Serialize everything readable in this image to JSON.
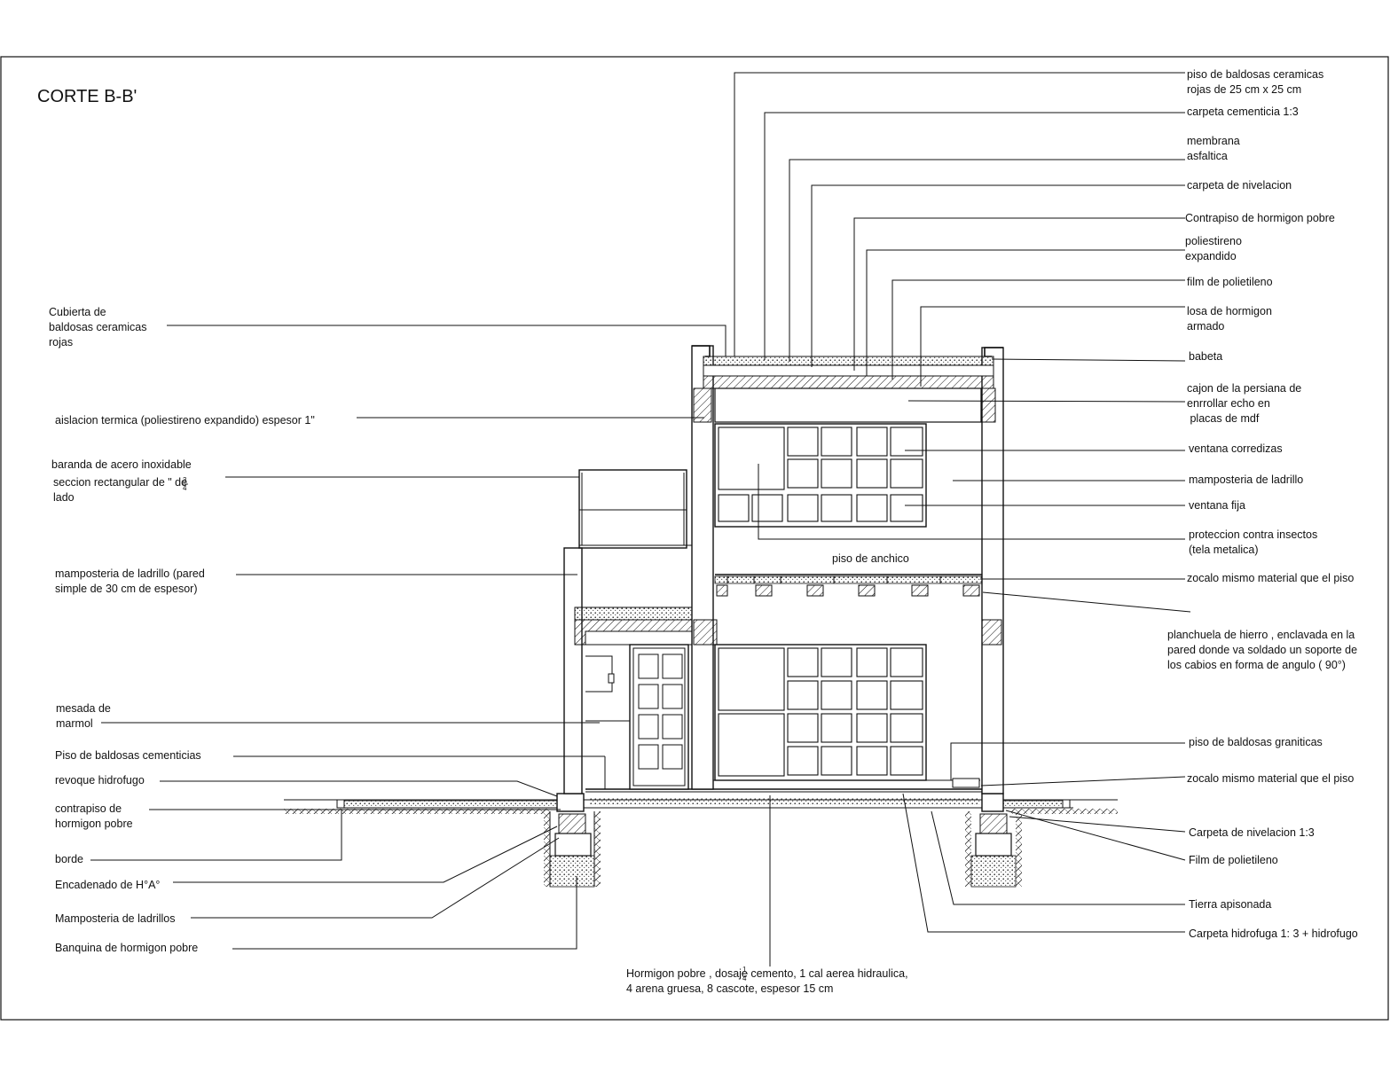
{
  "drawing": {
    "title": "CORTE B-B'",
    "fraction": {
      "num": "3",
      "den": "4"
    },
    "fraction_small": {
      "num": "1",
      "den": "4"
    },
    "inline_label": "piso de anchico",
    "labels_top_right": [
      [
        "piso de baldosas ceramicas",
        "rojas de 25 cm x 25 cm"
      ],
      [
        "carpeta cementicia 1:3"
      ],
      [
        "membrana",
        "asfaltica"
      ],
      [
        "carpeta de nivelacion"
      ],
      [
        "Contrapiso de hormigon pobre"
      ],
      [
        "poliestireno",
        "expandido"
      ],
      [
        "film de polietileno"
      ],
      [
        "losa de hormigon",
        "armado"
      ],
      [
        "babeta"
      ],
      [
        "cajon de la persiana de",
        "enrrollar echo en",
        " placas de mdf"
      ],
      [
        "ventana corredizas"
      ],
      [
        "mamposteria de ladrillo"
      ],
      [
        "ventana fija"
      ],
      [
        "proteccion contra insectos",
        "(tela metalica)"
      ],
      [
        "zocalo mismo material que el piso"
      ],
      [
        "planchuela de hierro , enclavada en la",
        "pared donde va soldado  un soporte de",
        "los cabios en forma de angulo ( 90°)"
      ],
      [
        "piso de baldosas graniticas"
      ],
      [
        "zocalo mismo material que el piso"
      ],
      [
        "Carpeta de nivelacion 1:3"
      ],
      [
        "Film de polietileno"
      ],
      [
        "Tierra apisonada"
      ],
      [
        "Carpeta hidrofuga 1: 3 + hidrofugo"
      ]
    ],
    "labels_left": [
      [
        "Cubierta de",
        "baldosas ceramicas",
        "rojas"
      ],
      [
        "aislacion termica (poliestireno expandido) espesor 1\""
      ],
      [
        "baranda de acero inoxidable",
        "seccion rectangular de      \" de",
        "lado"
      ],
      [
        "mamposteria de ladrillo (pared",
        "simple de 30 cm de espesor)"
      ],
      [
        "mesada de",
        "marmol"
      ],
      [
        "Piso de baldosas cementicias"
      ],
      [
        "revoque hidrofugo"
      ],
      [
        "contrapiso de",
        "hormigon pobre"
      ],
      [
        "borde"
      ],
      [
        "Encadenado de H°A°"
      ],
      [
        "Mamposteria de ladrillos"
      ],
      [
        "Banquina de hormigon pobre"
      ]
    ],
    "label_bottom": [
      "Hormigon pobre , dosaje     cemento, 1 cal aerea hidraulica,",
      "4 arena gruesa, 8 cascote, espesor 15 cm"
    ]
  }
}
